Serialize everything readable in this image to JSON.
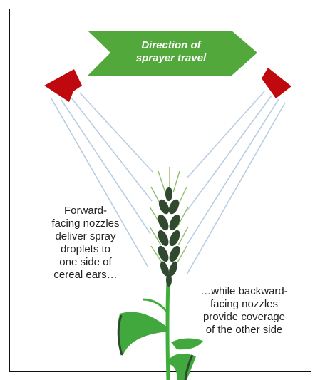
{
  "arrow": {
    "line1": "Direction of",
    "line2": "sprayer travel",
    "color": "#52a83b"
  },
  "captions": {
    "forward": [
      "Forward-",
      "facing nozzles",
      "deliver spray",
      "droplets to",
      "one side of",
      "cereal ears…"
    ],
    "backward": [
      "…while backward-",
      "facing nozzles",
      "provide coverage",
      "of the other side"
    ]
  },
  "colors": {
    "nozzle": "#c0080f",
    "spray": "#b8cde0",
    "stem": "#3fae3a",
    "leaf_dark": "#2f4a30",
    "grain": "#30492f",
    "awn": "#8fbf6a"
  }
}
